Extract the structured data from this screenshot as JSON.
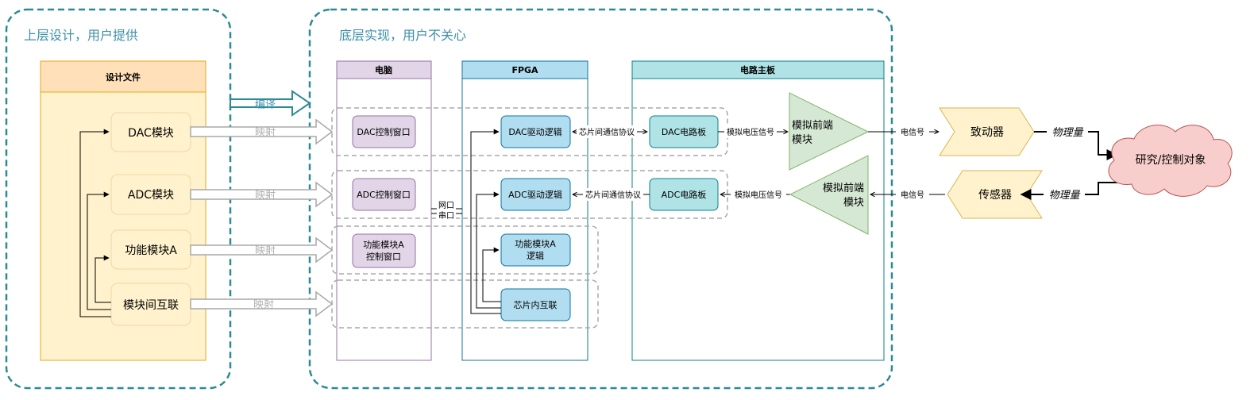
{
  "regions": {
    "upper": {
      "title": "上层设计，用户提供"
    },
    "lower": {
      "title": "底层实现，用户不关心"
    }
  },
  "design_file": {
    "header": "设计文件",
    "items": {
      "dac": "DAC模块",
      "adc": "ADC模块",
      "func": "功能模块A",
      "inter": "模块间互联"
    }
  },
  "compile_label": "编译",
  "map_label": "映射",
  "pc": {
    "header": "电脑",
    "dac_window": "DAC控制窗口",
    "adc_window": "ADC控制窗口",
    "func_window_l1": "功能模块A",
    "func_window_l2": "控制窗口"
  },
  "link": {
    "l1": "网口",
    "l2": "串口"
  },
  "fpga": {
    "header": "FPGA",
    "dac_logic": "DAC驱动逻辑",
    "adc_logic": "ADC驱动逻辑",
    "func_logic_l1": "功能模块A",
    "func_logic_l2": "逻辑",
    "interconnect": "芯片内互联"
  },
  "board": {
    "header": "电路主板",
    "dac_board": "DAC电路板",
    "adc_board": "ADC电路板",
    "afe_l1": "模拟前端",
    "afe_l2": "模块"
  },
  "signals": {
    "chip_protocol": "芯片间通信协议",
    "analog_voltage": "模拟电压信号",
    "electric": "电信号",
    "physical": "物理量"
  },
  "actuator": "致动器",
  "sensor": "传感器",
  "target": "研究/控制对象",
  "colors": {
    "region_border": "#2b8a94",
    "region_title": "#3d8fa8",
    "design_fill": "#fff2cc",
    "design_header": "#ffe0b8",
    "design_border": "#e6a817",
    "pc_header": "#e1d5e7",
    "pc_border": "#9673a6",
    "fpga_header": "#b1ddf0",
    "fpga_border": "#10739e",
    "board_header": "#b0e3e6",
    "board_border": "#0e8088",
    "afe_fill": "#d5e8d4",
    "afe_border": "#82b366",
    "io_fill": "#fff2cc",
    "io_border": "#d6b656",
    "cloud_fill": "#f8cecc",
    "cloud_border": "#b85450",
    "arrow_gray": "#a8a8a8"
  }
}
